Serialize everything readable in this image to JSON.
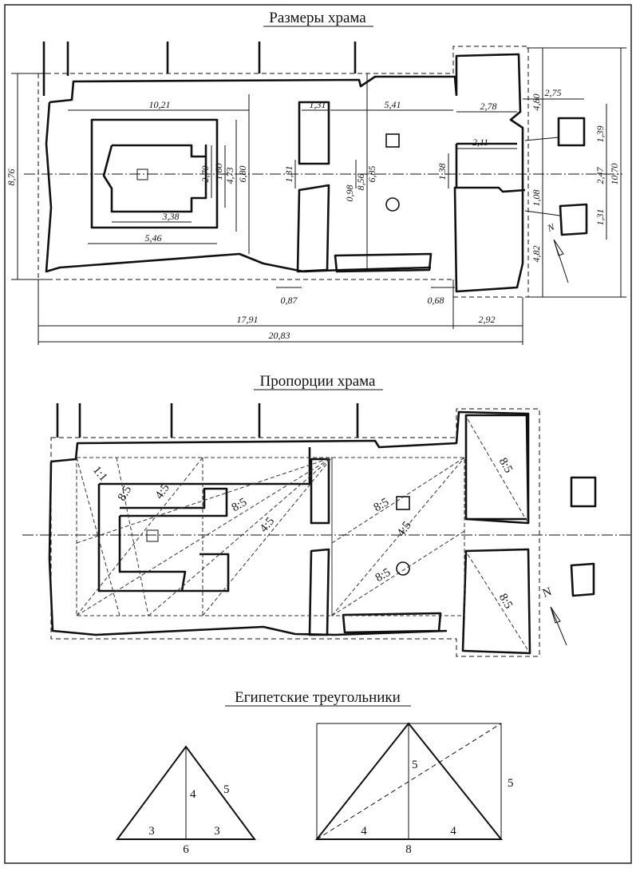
{
  "sections": {
    "dimensions_title": "Размеры храма",
    "proportions_title": "Пропорции храма",
    "triangles_title": "Египетские треугольники"
  },
  "dimensions": {
    "d_10_21": "10,21",
    "d_1_31_top": "1,31",
    "d_5_41": "5,41",
    "d_2_78": "2,78",
    "d_2_75": "2,75",
    "d_4_80": "4,80",
    "d_1_39": "1,39",
    "d_10_70": "10,70",
    "d_2_47": "2,47",
    "d_1_08": "1,08",
    "d_1_31_right": "1,31",
    "d_4_82": "4,82",
    "d_2_11": "2,11",
    "d_1_38": "1,38",
    "d_6_85": "6,85",
    "d_8_56": "8,56",
    "d_0_98": "0,98",
    "d_1_31_mid": "1,31",
    "d_6_80": "6,80",
    "d_4_73": "4,73",
    "d_1_60": "1,60",
    "d_2_70": "2,70",
    "d_3_38": "3,38",
    "d_5_46": "5,46",
    "d_8_76": "8,76",
    "d_0_87": "0,87",
    "d_0_68": "0,68",
    "d_17_91": "17,91",
    "d_2_92": "2,92",
    "d_20_83": "20,83",
    "north_label_1": "N"
  },
  "proportions": {
    "r_1_1": "1:1",
    "r_8_5_a": "8:5",
    "r_4_5_a": "4:5",
    "r_8_5_b": "8:5",
    "r_4_5_b": "4:5",
    "r_8_5_c": "8:5",
    "r_4_5_c": "4:5",
    "r_8_5_d": "8:5",
    "r_8_5_e": "8:5",
    "r_8_5_f": "8:5",
    "north_label_2": "N"
  },
  "triangles": {
    "t1_leg_left": "3",
    "t1_leg_right": "3",
    "t1_base": "6",
    "t1_height": "4",
    "t1_side": "5",
    "t2_leg_left": "4",
    "t2_leg_right": "4",
    "t2_base": "8",
    "t2_height": "5",
    "t2_side": "5"
  }
}
